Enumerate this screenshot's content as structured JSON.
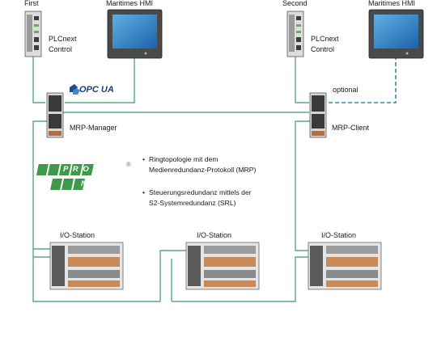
{
  "labels": {
    "plc_first_title": "First",
    "hmi_first_title": "Maritimes HMI",
    "plc_second_title": "Second",
    "hmi_second_title": "Maritimes HMI",
    "plc_first_l1": "PLCnext",
    "plc_first_l2": "Control",
    "plc_second_l1": "PLCnext",
    "plc_second_l2": "Control",
    "opc_logo": "OPC UA",
    "optional": "optional",
    "mrp_manager": "MRP-Manager",
    "mrp_client": "MRP-Client",
    "io1": "I/O-Station",
    "io2": "I/O-Station",
    "io3": "I/O-Station"
  },
  "bullets": [
    {
      "line1": "Ringtopologie mit dem",
      "line2": "Medienredundanz-Protokoll (MRP)"
    },
    {
      "line1": "Steuerungsredundanz mittels der",
      "line2": "S2-Systemredundanz (SRL)"
    }
  ],
  "logo": {
    "top": "PROFI",
    "bottom": "NET",
    "mark": "®"
  },
  "colors": {
    "line": "#5aa882",
    "dashed": "#2f8fa8",
    "logo_green": "#3e9a48",
    "screen": "#2a7fbf",
    "device": "#d8d8d8"
  }
}
